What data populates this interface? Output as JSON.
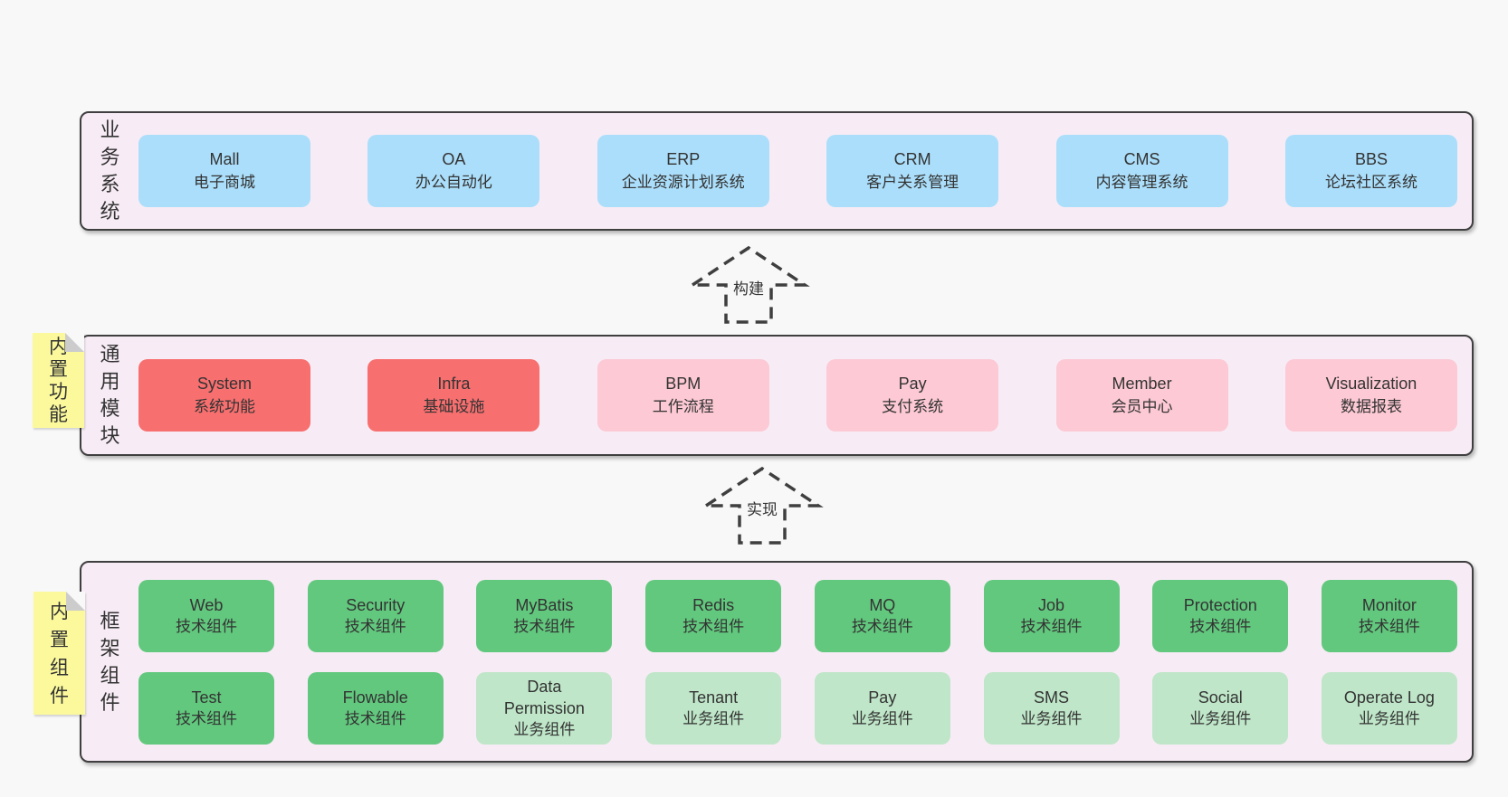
{
  "colors": {
    "page-bg": "#f8f8f8",
    "panel-bg": "#f7ecf5",
    "ink": "#3f3f3f",
    "text": "#333333",
    "box-blue": "#abdefa",
    "box-red": "#f76f6f",
    "box-pink": "#fcc9d4",
    "box-green": "#62c87e",
    "box-green-light": "#bfe6c8",
    "note-yellow": "#fbf99c",
    "note-fold": "#cccccc"
  },
  "sections": [
    {
      "label": "业务系统",
      "rows": [
        [
          {
            "en": "Mall",
            "zh": "电子商城",
            "variant": "blue"
          },
          {
            "en": "OA",
            "zh": "办公自动化",
            "variant": "blue"
          },
          {
            "en": "ERP",
            "zh": "企业资源计划系统",
            "variant": "blue"
          },
          {
            "en": "CRM",
            "zh": "客户关系管理",
            "variant": "blue"
          },
          {
            "en": "CMS",
            "zh": "内容管理系统",
            "variant": "blue"
          },
          {
            "en": "BBS",
            "zh": "论坛社区系统",
            "variant": "blue"
          }
        ]
      ]
    },
    {
      "label": "通用模块",
      "note": "内置功能",
      "rows": [
        [
          {
            "en": "System",
            "zh": "系统功能",
            "variant": "red"
          },
          {
            "en": "Infra",
            "zh": "基础设施",
            "variant": "red"
          },
          {
            "en": "BPM",
            "zh": "工作流程",
            "variant": "pink"
          },
          {
            "en": "Pay",
            "zh": "支付系统",
            "variant": "pink"
          },
          {
            "en": "Member",
            "zh": "会员中心",
            "variant": "pink"
          },
          {
            "en": "Visualization",
            "zh": "数据报表",
            "variant": "pink"
          }
        ]
      ]
    },
    {
      "label": "框架组件",
      "note": "内置组件",
      "rows": [
        [
          {
            "en": "Web",
            "zh": "技术组件",
            "variant": "green"
          },
          {
            "en": "Security",
            "zh": "技术组件",
            "variant": "green"
          },
          {
            "en": "MyBatis",
            "zh": "技术组件",
            "variant": "green"
          },
          {
            "en": "Redis",
            "zh": "技术组件",
            "variant": "green"
          },
          {
            "en": "MQ",
            "zh": "技术组件",
            "variant": "green"
          },
          {
            "en": "Job",
            "zh": "技术组件",
            "variant": "green"
          },
          {
            "en": "Protection",
            "zh": "技术组件",
            "variant": "green"
          },
          {
            "en": "Monitor",
            "zh": "技术组件",
            "variant": "green"
          }
        ],
        [
          {
            "en": "Test",
            "zh": "技术组件",
            "variant": "green"
          },
          {
            "en": "Flowable",
            "zh": "技术组件",
            "variant": "green"
          },
          {
            "en": "Data Permission",
            "zh": "业务组件",
            "variant": "green-light"
          },
          {
            "en": "Tenant",
            "zh": "业务组件",
            "variant": "green-light"
          },
          {
            "en": "Pay",
            "zh": "业务组件",
            "variant": "green-light"
          },
          {
            "en": "SMS",
            "zh": "业务组件",
            "variant": "green-light"
          },
          {
            "en": "Social",
            "zh": "业务组件",
            "variant": "green-light"
          },
          {
            "en": "Operate Log",
            "zh": "业务组件",
            "variant": "green-light"
          }
        ]
      ]
    }
  ],
  "arrows": [
    {
      "label": "构建"
    },
    {
      "label": "实现"
    }
  ]
}
